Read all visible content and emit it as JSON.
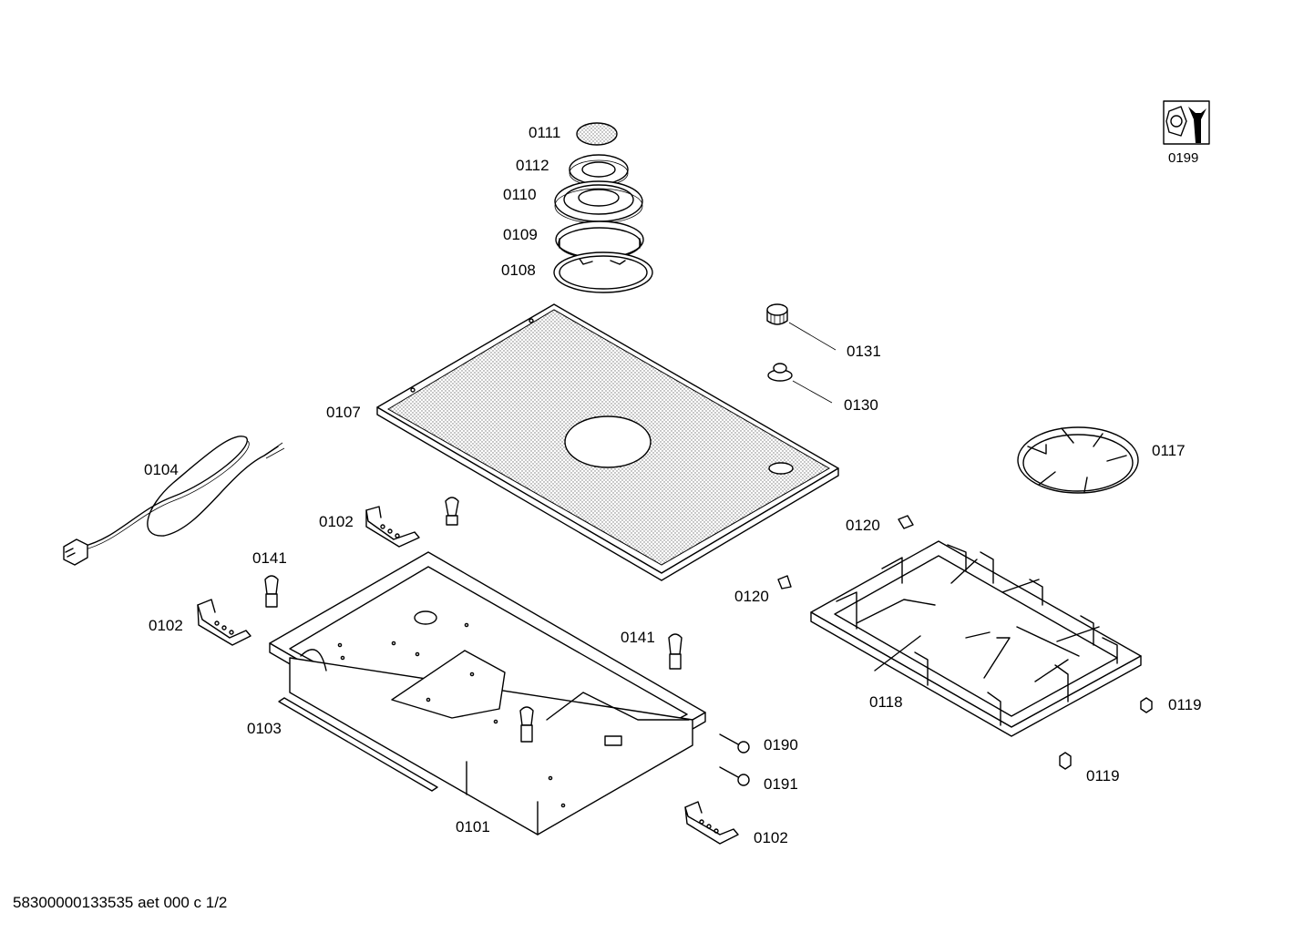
{
  "diagram": {
    "labels": {
      "p0111": "0111",
      "p0112": "0112",
      "p0110": "0110",
      "p0109": "0109",
      "p0108": "0108",
      "p0199": "0199",
      "p0131": "0131",
      "p0130": "0130",
      "p0107": "0107",
      "p0104": "0104",
      "p0117": "0117",
      "p0102a": "0102",
      "p0102b": "0102",
      "p0102c": "0102",
      "p0141a": "0141",
      "p0141b": "0141",
      "p0120a": "0120",
      "p0120b": "0120",
      "p0103": "0103",
      "p0118": "0118",
      "p0119a": "0119",
      "p0119b": "0119",
      "p0190": "0190",
      "p0191": "0191",
      "p0101": "0101"
    },
    "footer": "58300000133535 aet 000 c 1/2"
  }
}
